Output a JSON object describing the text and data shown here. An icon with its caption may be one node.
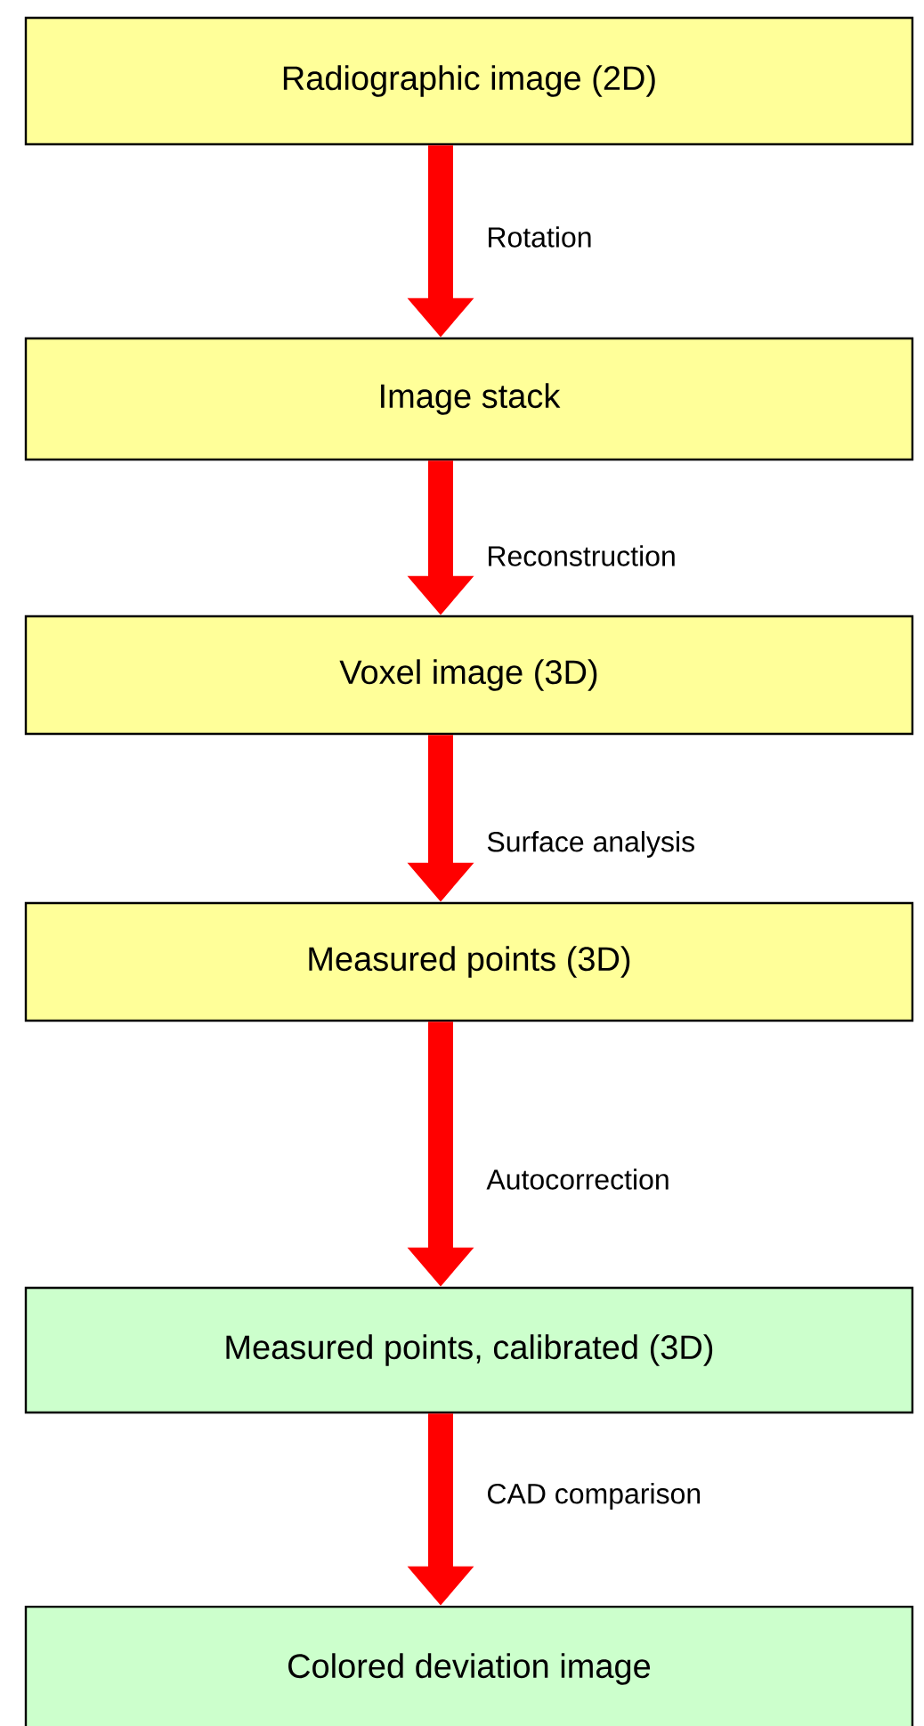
{
  "diagram": {
    "nodes": [
      {
        "text": [
          "Radiographic image (2D)"
        ]
      },
      {
        "text": [
          "Image stack"
        ]
      },
      {
        "text": [
          "Voxel image (3D)"
        ]
      },
      {
        "text": [
          "Measured points (3D)"
        ]
      },
      {
        "text": [
          "Measured points, calibrated (3D)"
        ]
      },
      {
        "text": [
          "Colored deviation image"
        ]
      }
    ],
    "edges": [
      {
        "from": 0,
        "to": 1,
        "arrow": "to",
        "label": "Rotation"
      },
      {
        "from": 1,
        "to": 2,
        "arrow": "to",
        "label": "Reconstruction"
      },
      {
        "from": 2,
        "to": 3,
        "arrow": "to",
        "label": "Surface analysis"
      },
      {
        "from": 3,
        "to": 4,
        "arrow": "to",
        "label": "Autocorrection"
      },
      {
        "from": 4,
        "to": 5,
        "arrow": "to",
        "label": "CAD comparison"
      }
    ]
  }
}
